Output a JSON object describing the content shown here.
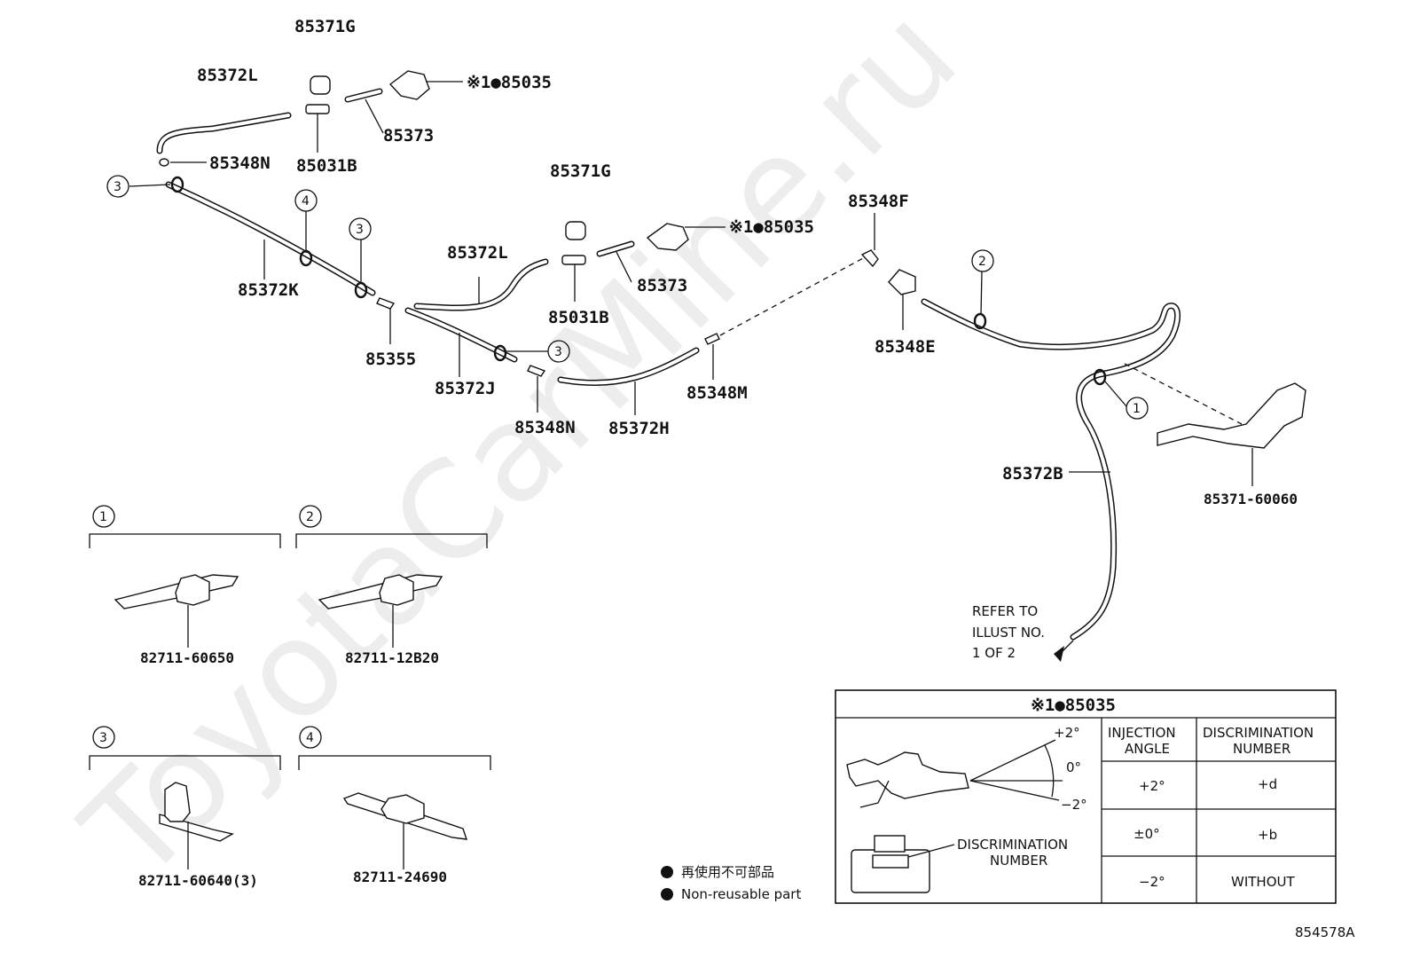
{
  "watermark": "ToyotaCarMine.ru",
  "parts": {
    "p85371g_top": "85371G",
    "p85372l_top": "85372L",
    "p85035_top": "※1●85035",
    "p85373_top": "85373",
    "p85348n_top": "85348N",
    "p85031b_top": "85031B",
    "p85372k": "85372K",
    "p85371g_mid": "85371G",
    "p85372l_mid": "85372L",
    "p85035_mid": "※1●85035",
    "p85373_mid": "85373",
    "p85031b_mid": "85031B",
    "p85355": "85355",
    "p85372j": "85372J",
    "p85348n_mid": "85348N",
    "p85372h": "85372H",
    "p85348m": "85348M",
    "p85348f": "85348F",
    "p85348e": "85348E",
    "p85372b": "85372B",
    "p85371_60060": "85371-60060"
  },
  "callouts": {
    "c1": "1",
    "c2": "2",
    "c3": "3",
    "c4": "4"
  },
  "clip_parts": [
    {
      "num": "1",
      "part": "82711-60650"
    },
    {
      "num": "2",
      "part": "82711-12B20"
    },
    {
      "num": "3",
      "part": "82711-60640(3)"
    },
    {
      "num": "4",
      "part": "82711-24690"
    }
  ],
  "refer": {
    "line1": "REFER TO",
    "line2": "ILLUST NO.",
    "line3": "1 OF 2"
  },
  "legend": {
    "jp": "再使用不可部品",
    "en": "Non-reusable part"
  },
  "table": {
    "title": "※1●85035",
    "header_angle": [
      "INJECTION",
      "ANGLE"
    ],
    "header_disc": [
      "DISCRIMINATION",
      "NUMBER"
    ],
    "rows": [
      {
        "angle": "+2°",
        "disc": "+d"
      },
      {
        "angle": "±0°",
        "disc": "+b"
      },
      {
        "angle": "−2°",
        "disc": "WITHOUT"
      }
    ],
    "angle_marks": [
      "+2°",
      "0°",
      "−2°"
    ],
    "disc_label": [
      "DISCRIMINATION",
      "NUMBER"
    ]
  },
  "ref_code": "854578A"
}
